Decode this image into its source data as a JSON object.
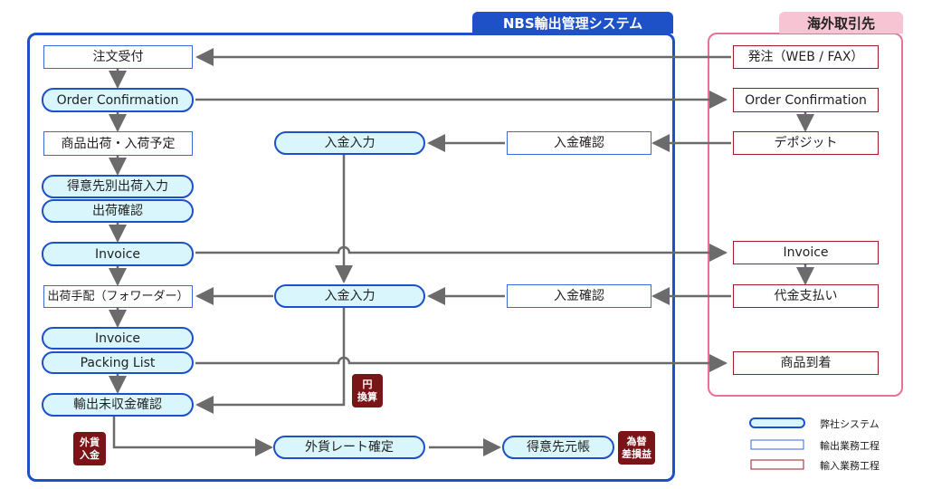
{
  "regions": {
    "nbs_title": "NBS輸出管理システム",
    "partner_title": "海外取引先"
  },
  "left_column": {
    "order_receipt": "注文受付",
    "order_confirmation": "Order Confirmation",
    "shipment_schedule": "商品出荷・入荷予定",
    "customer_shipment_entry": "得意先別出荷入力",
    "shipment_confirmation": "出荷確認",
    "invoice_1": "Invoice",
    "shipping_arrangement": "出荷手配（フォワーダー）",
    "invoice_2": "Invoice",
    "packing_list": "Packing List",
    "export_unpaid_check": "輸出未収金確認"
  },
  "middle": {
    "payment_entry_1": "入金入力",
    "payment_check_1": "入金確認",
    "payment_entry_2": "入金入力",
    "payment_check_2": "入金確認",
    "fx_rate_confirm": "外貨レート確定",
    "customer_ledger": "得意先元帳"
  },
  "partner": {
    "order": "発注（WEB / FAX）",
    "order_confirmation": "Order Confirmation",
    "deposit": "デポジット",
    "invoice": "Invoice",
    "payment": "代金支払い",
    "arrival": "商品到着"
  },
  "badges": {
    "yen_conversion": [
      "円",
      "換算"
    ],
    "foreign_payment": [
      "外貨",
      "入金"
    ],
    "fx_gain_loss": [
      "為替",
      "差損益"
    ]
  },
  "legend": {
    "company_system": "弊社システム",
    "export_process": "輸出業務工程",
    "import_process": "輸入業務工程"
  },
  "colors": {
    "nbs_blue": "#1e50c8",
    "partner_pink": "#ec6f97",
    "system_fill": "#d8f6fb",
    "import_red": "#9b1c24",
    "badge_maroon": "#7a1416",
    "arrow_gray": "#6b6b6b"
  }
}
